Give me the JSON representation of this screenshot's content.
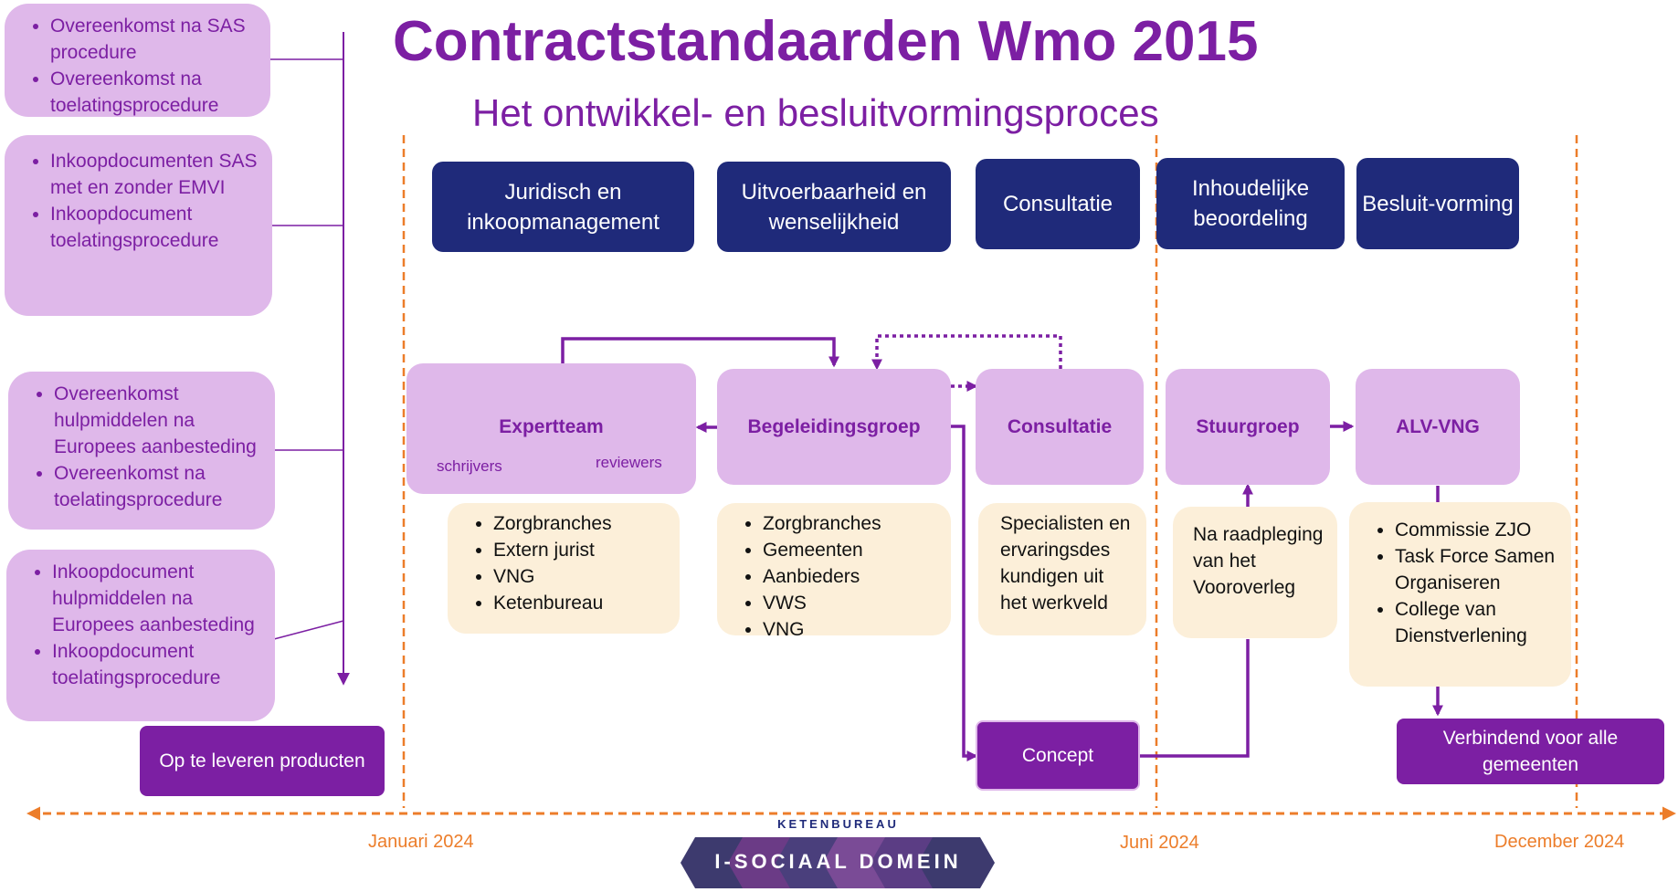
{
  "title": "Contractstandaarden Wmo 2015",
  "subtitle": "Het ontwikkel- en besluitvormingsproces",
  "left_boxes": [
    {
      "items": [
        "Overeenkomst na SAS procedure",
        "Overeenkomst na toelatingsprocedure"
      ]
    },
    {
      "items": [
        "Inkoopdocumenten SAS met en zonder EMVI",
        "Inkoopdocument toelatingsprocedure"
      ]
    },
    {
      "items": [
        "Overeenkomst hulpmiddelen na Europees aanbesteding",
        "Overeenkomst na toelatingsprocedure"
      ]
    },
    {
      "items": [
        "Inkoopdocument hulpmiddelen na Europees aanbesteding",
        "Inkoopdocument toelatingsprocedure"
      ]
    }
  ],
  "deliverables_label": "Op te leveren producten",
  "phases": [
    "Juridisch en inkoopmanagement",
    "Uitvoerbaarheid en wenselijkheid",
    "Consultatie",
    "Inhoudelijke beoordeling",
    "Besluit-vorming"
  ],
  "groups": {
    "expertteam": {
      "name": "Expertteam",
      "left": "schrijvers",
      "right": "reviewers"
    },
    "begeleidingsgroep": "Begeleidingsgroep",
    "consultatie": "Consultatie",
    "stuurgroep": "Stuurgroep",
    "alv": "ALV-VNG"
  },
  "members": {
    "expertteam": [
      "Zorgbranches",
      "Extern jurist",
      "VNG",
      "Ketenbureau"
    ],
    "begeleidingsgroep": [
      "Zorgbranches",
      "Gemeenten",
      "Aanbieders",
      "VWS",
      "VNG"
    ],
    "consultatie": "Specialisten en ervaringsdes kundigen uit het werkveld",
    "stuurgroep": "Na raadpleging van het Vooroverleg",
    "alv": [
      "Commissie ZJO",
      "Task Force Samen Organiseren",
      "College van Dienstverlening"
    ]
  },
  "concept_label": "Concept",
  "binding_label": "Verbindend voor alle gemeenten",
  "timeline": {
    "start": "Januari 2024",
    "mid": "Juni 2024",
    "end": "December 2024"
  },
  "logo": {
    "top": "KETENBUREAU",
    "main": "I-SOCIAAL DOMEIN"
  },
  "colors": {
    "purple": "#7c1fa3",
    "light_purple": "#dfb8ea",
    "navy": "#1f2a7a",
    "cream": "#fcefd9",
    "orange": "#ec7d2a"
  }
}
